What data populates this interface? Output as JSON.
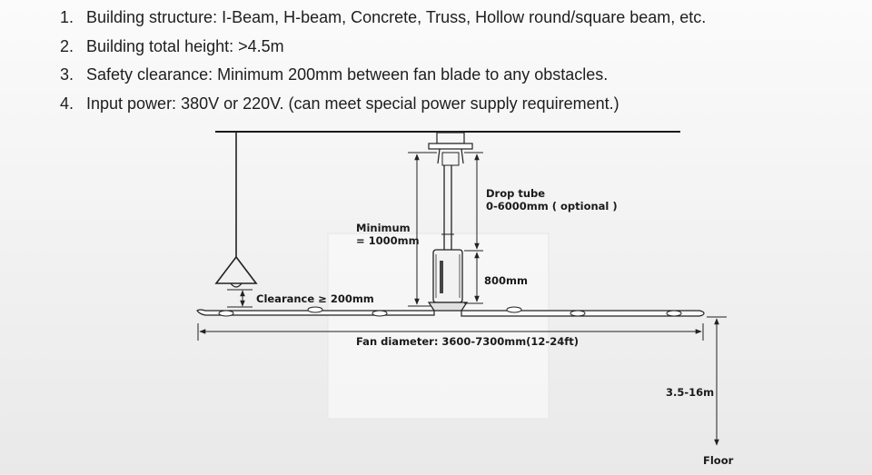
{
  "requirements": [
    {
      "num": "1.",
      "text": "Building structure: I-Beam, H-beam, Concrete, Truss, Hollow round/square beam, etc."
    },
    {
      "num": "2.",
      "text": "Building total height: >4.5m"
    },
    {
      "num": "3.",
      "text": "Safety clearance: Minimum 200mm between fan blade to any obstacles."
    },
    {
      "num": "4.",
      "text": "Input power: 380V or 220V. (can meet special power supply requirement.)"
    }
  ],
  "diagram": {
    "drop_tube_title": "Drop tube",
    "drop_tube_range": "0-6000mm ( optional )",
    "minimum_line1": "Minimum",
    "minimum_line2": "= 1000mm",
    "motor_height": "800mm",
    "clearance": "Clearance ≥ 200mm",
    "fan_diameter": "Fan diameter: 3600-7300mm(12-24ft)",
    "fan_height": "3.5-16m",
    "floor": "Floor"
  }
}
